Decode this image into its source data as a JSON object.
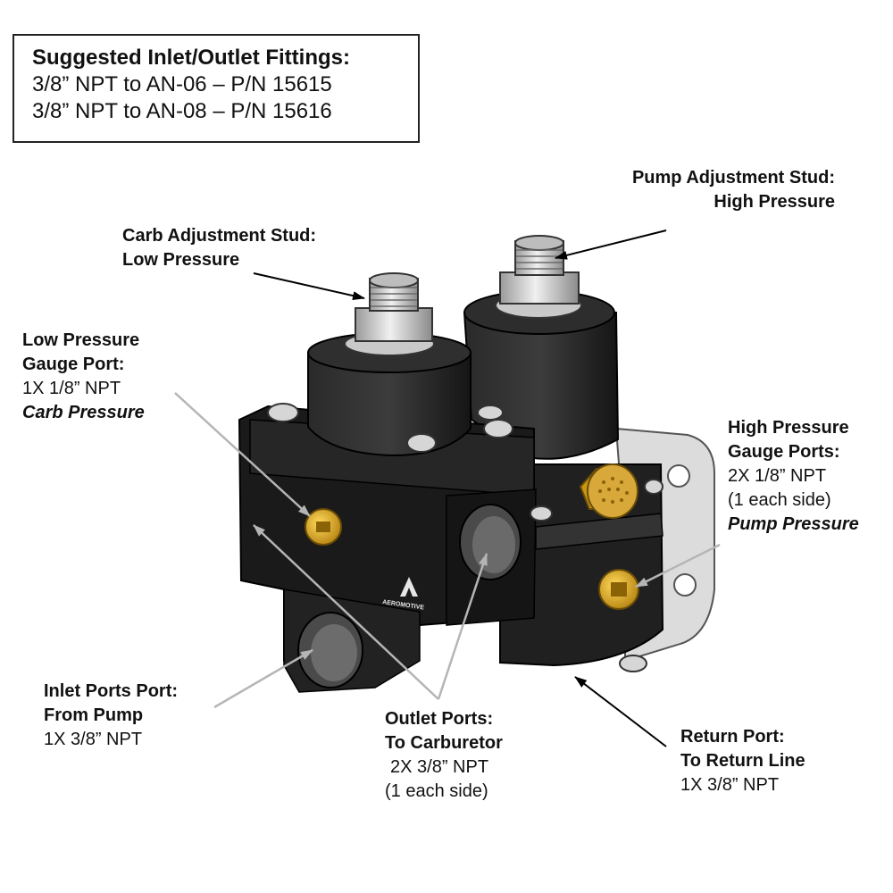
{
  "fittings": {
    "title": "Suggested Inlet/Outlet Fittings:",
    "lines": [
      "3/8” NPT to AN-06 – P/N 15615",
      "3/8” NPT to AN-08 – P/N 15616"
    ]
  },
  "callouts": {
    "pump_stud": {
      "title1": "Pump Adjustment Stud:",
      "title2": "High Pressure"
    },
    "carb_stud": {
      "title1": "Carb Adjustment Stud:",
      "title2": "Low Pressure"
    },
    "low_gauge": {
      "title1": "Low Pressure",
      "title2": "Gauge Port:",
      "spec": "1X 1/8” NPT",
      "note": "Carb Pressure"
    },
    "high_gauge": {
      "title1": "High Pressure",
      "title2": "Gauge Ports:",
      "spec": "2X 1/8” NPT",
      "spec2": "(1 each side)",
      "note": "Pump Pressure"
    },
    "inlet": {
      "title1": "Inlet Ports Port:",
      "title2": "From Pump",
      "spec": "1X 3/8” NPT"
    },
    "outlet": {
      "title1": "Outlet Ports:",
      "title2": "To Carburetor",
      "spec": "2X 3/8” NPT",
      "spec2": "(1 each side)"
    },
    "return": {
      "title1": "Return Port:",
      "title2": "To Return Line",
      "spec": "1X 3/8” NPT"
    }
  },
  "product": {
    "logo_text": "AEROMOTIVE"
  },
  "colors": {
    "body": "#1a1a1a",
    "brass": "#d4a017",
    "steel": "#c9c9c9",
    "bracket": "#d8d8d8",
    "leader_black": "#000000",
    "leader_gray": "#b5b5b5"
  }
}
